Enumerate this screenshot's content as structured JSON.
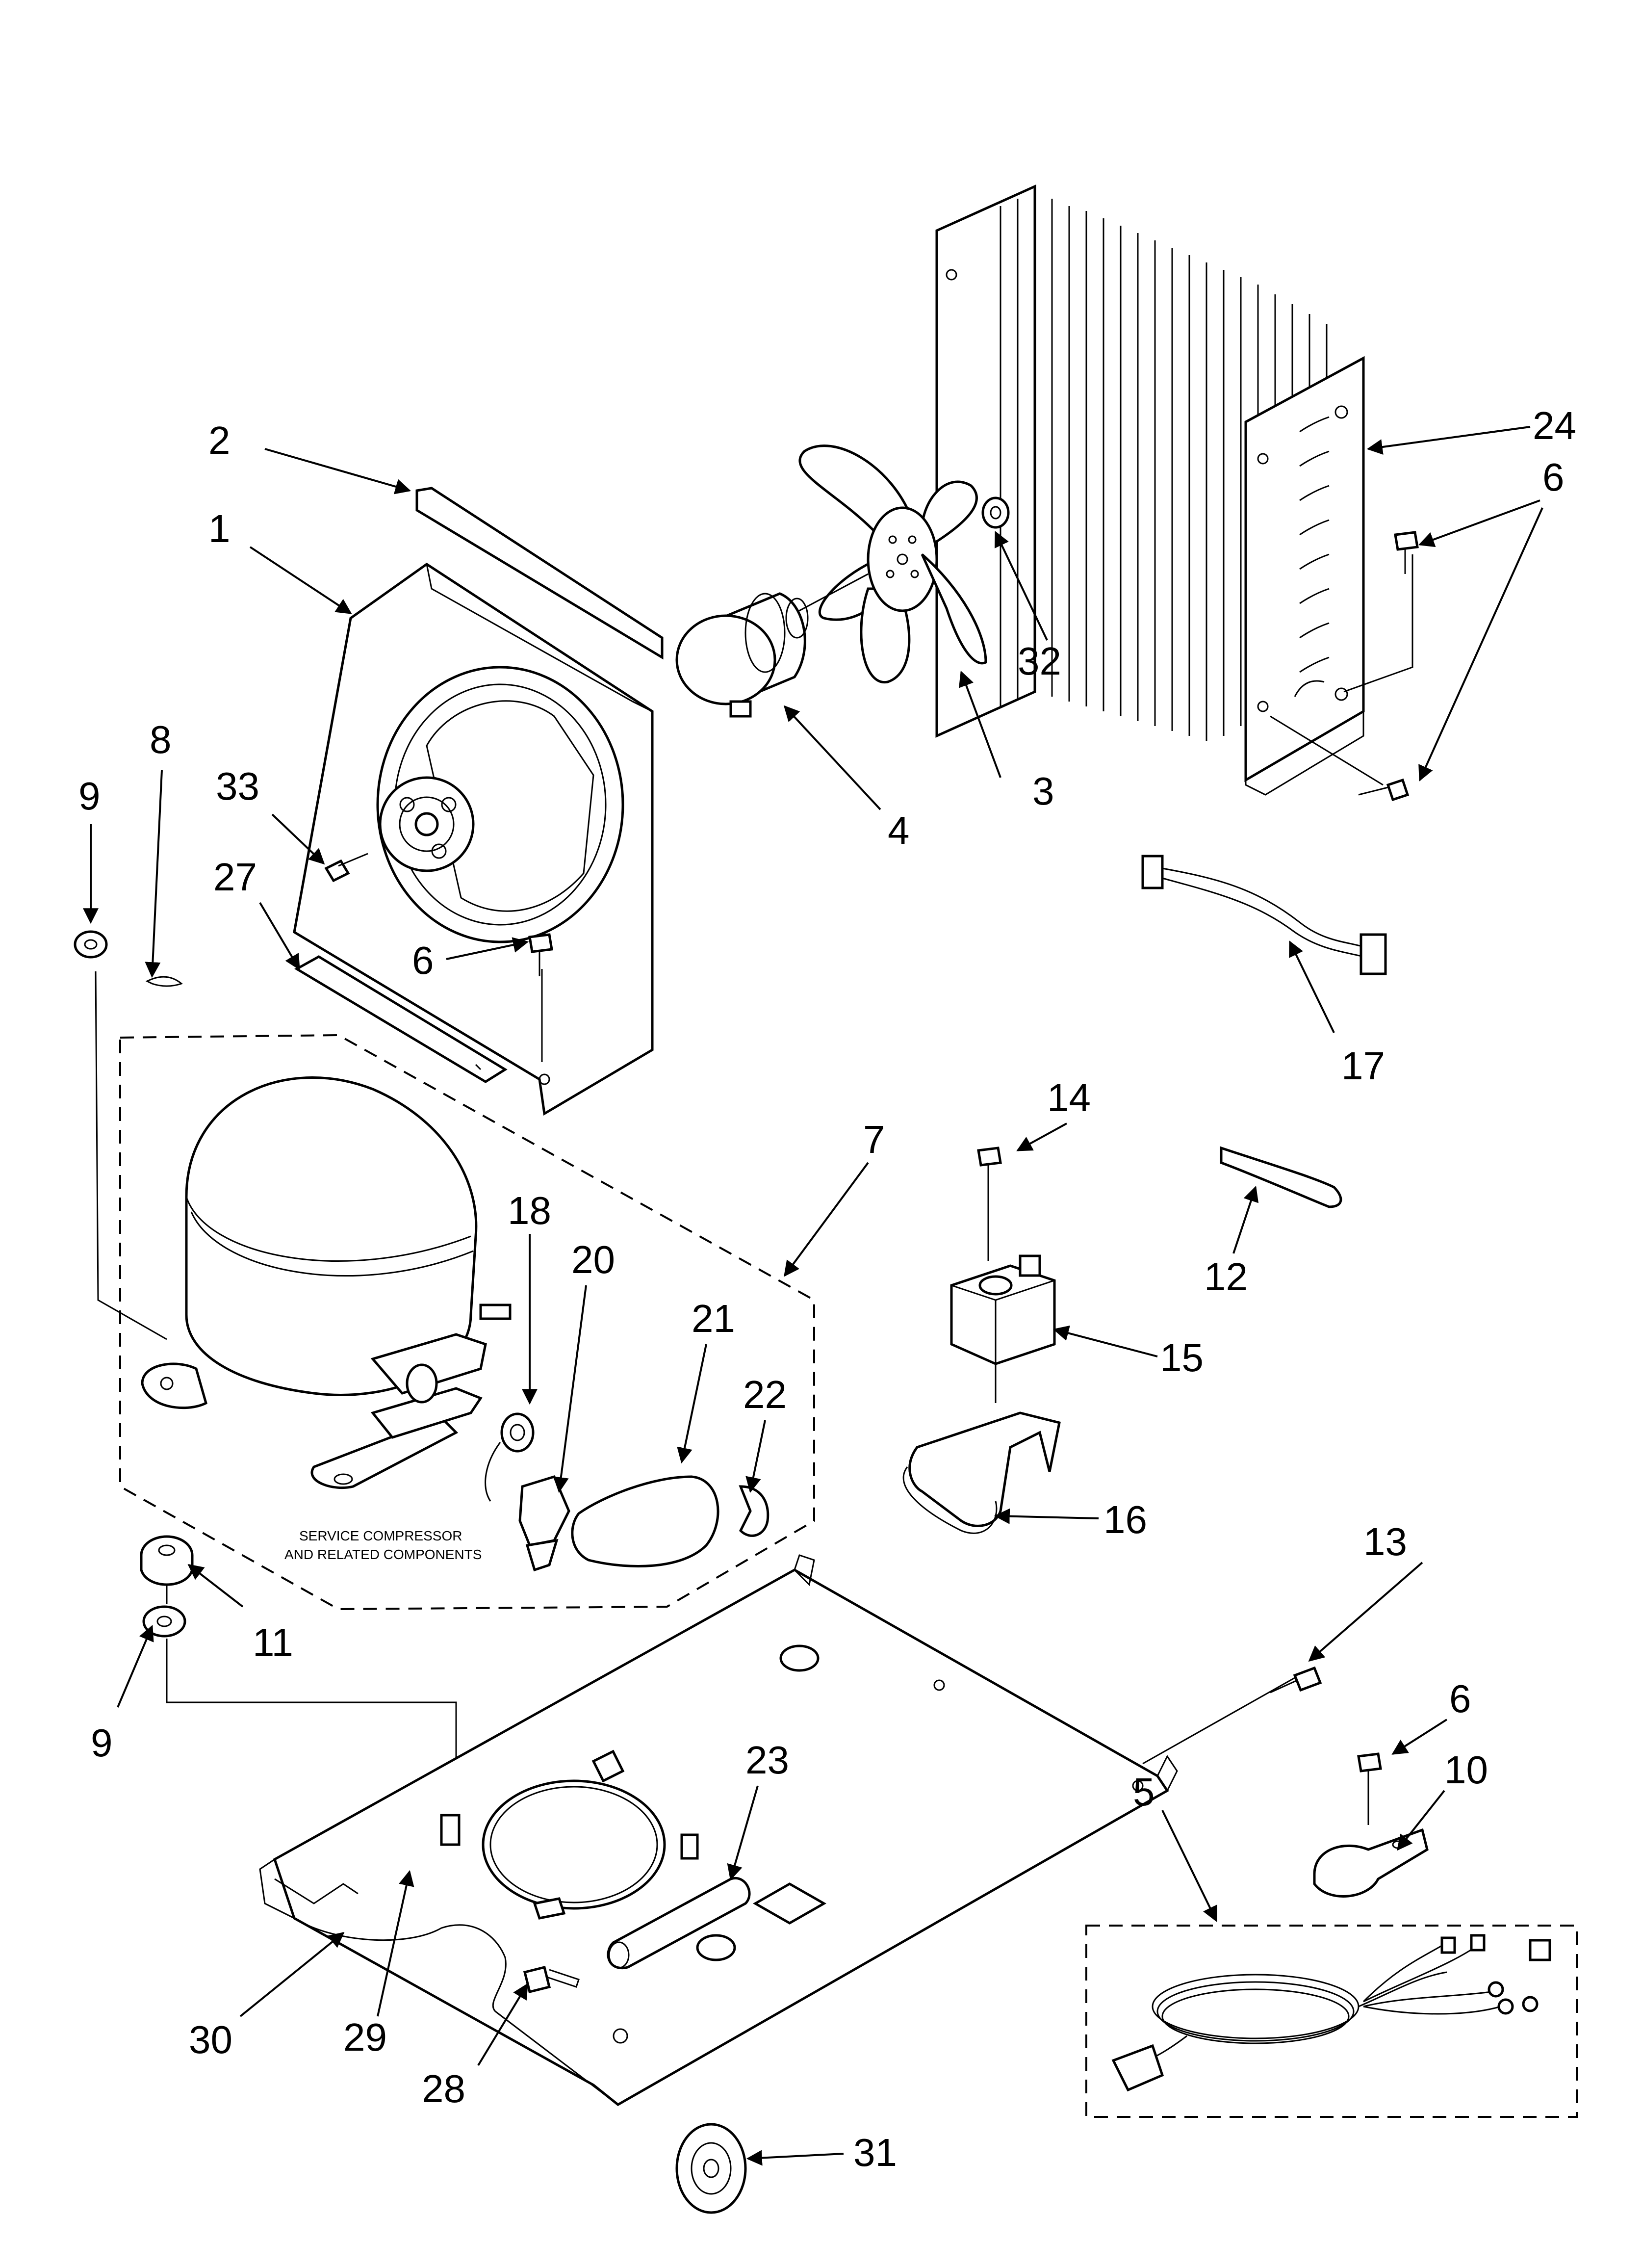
{
  "diagram": {
    "labels": {
      "p1": "1",
      "p2": "2",
      "p3": "3",
      "p4": "4",
      "p5": "5",
      "p6a": "6",
      "p6b": "6",
      "p6c": "6",
      "p7": "7",
      "p8": "8",
      "p9a": "9",
      "p9b": "9",
      "p10": "10",
      "p11": "11",
      "p12": "12",
      "p13": "13",
      "p14": "14",
      "p15": "15",
      "p16": "16",
      "p17": "17",
      "p18": "18",
      "p20": "20",
      "p21": "21",
      "p22": "22",
      "p23": "23",
      "p24": "24",
      "p27": "27",
      "p28": "28",
      "p29": "29",
      "p30": "30",
      "p31": "31",
      "p32": "32",
      "p33": "33"
    },
    "service_note_line1": "SERVICE COMPRESSOR",
    "service_note_line2": "AND RELATED COMPONENTS",
    "arrow_icon": "arrow-icon"
  }
}
